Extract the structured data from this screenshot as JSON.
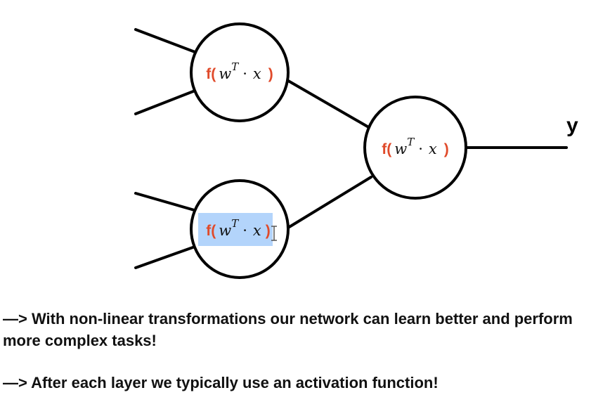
{
  "diagram": {
    "neurons": [
      {
        "fn": "f(",
        "w": "w",
        "sup": "T",
        "dot": "·",
        "x": "x",
        "close": ")"
      },
      {
        "fn": "f(",
        "w": "w",
        "sup": "T",
        "dot": "·",
        "x": "x",
        "close": ")"
      },
      {
        "fn": "f(",
        "w": "w",
        "sup": "T",
        "dot": "·",
        "x": "x",
        "close": ")"
      }
    ],
    "output_label": "y"
  },
  "notes": [
    "—> With non-linear transformations our network can learn better and perform more complex tasks!",
    "—> After each layer we typically use an activation function!"
  ],
  "colors": {
    "function": "#e04a2a",
    "selection": "#b3d4fb",
    "stroke": "#000000"
  }
}
